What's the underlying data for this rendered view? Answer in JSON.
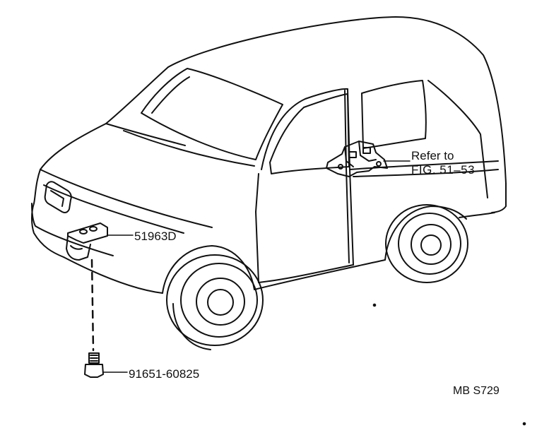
{
  "callouts": {
    "refer_line1": "Refer to",
    "refer_line2": "FIG. 51–53",
    "bracket_part": "51963D",
    "bolt_part": "91651-60825"
  },
  "figure_code": "MB S729",
  "colors": {
    "ink": "#111111",
    "paper": "#ffffff"
  }
}
